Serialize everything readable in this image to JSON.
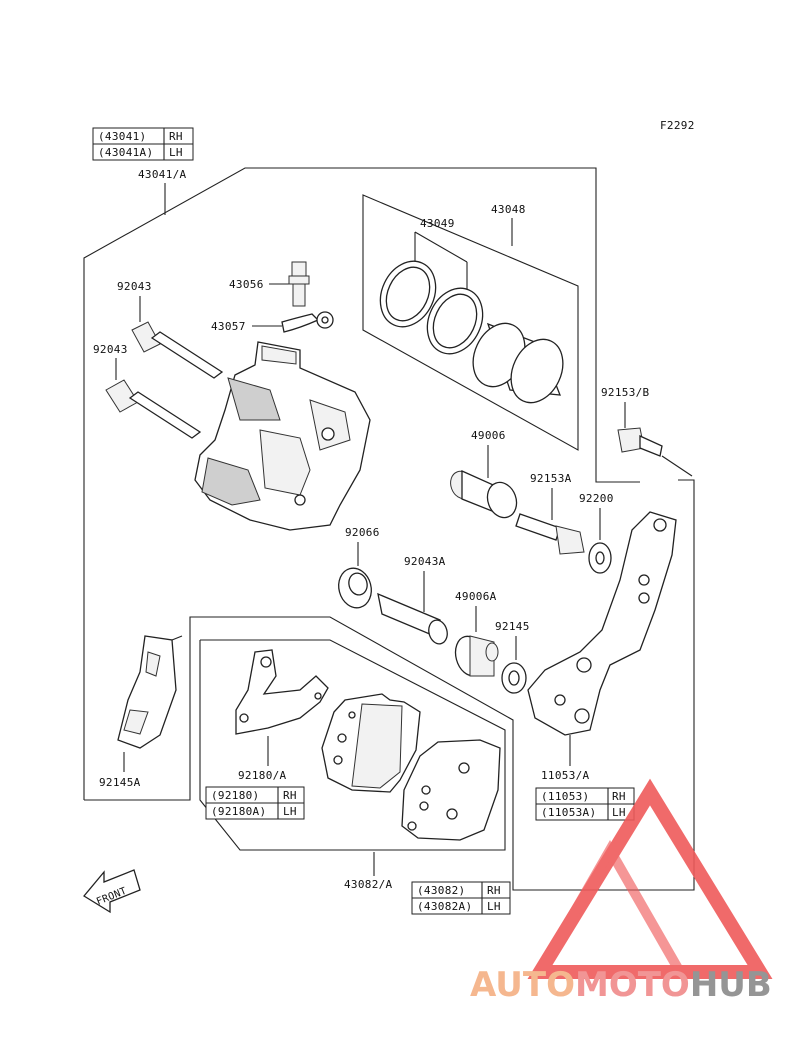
{
  "figure_code": "F2292",
  "tables": {
    "caliper": [
      [
        "(43041)",
        "RH"
      ],
      [
        "(43041A)",
        "LH"
      ]
    ],
    "pads_set": [
      [
        "(92180)",
        "RH"
      ],
      [
        "(92180A)",
        "LH"
      ]
    ],
    "bracket": [
      [
        "(11053)",
        "RH"
      ],
      [
        "(11053A)",
        "LH"
      ]
    ],
    "pads": [
      [
        "(43082)",
        "RH"
      ],
      [
        "(43082A)",
        "LH"
      ]
    ]
  },
  "labels": {
    "caliper_assy": "43041/A",
    "seal_kit": "43048",
    "seal": "43049",
    "bleeder": "43056",
    "cap": "43057",
    "pin_upper": "92043",
    "pin_lower": "92043",
    "boot": "49006",
    "bolt_b": "92153/B",
    "bolt_a": "92153A",
    "washer": "92200",
    "seal_ring": "92066",
    "pin_a": "92043A",
    "boot_a": "49006A",
    "washer_b": "92145",
    "spring": "92145A",
    "shim": "92180/A",
    "pad_assy": "43082/A",
    "bracket_assy": "11053/A"
  },
  "front_arrow": "FRONT",
  "watermark": {
    "part1": "AUTO",
    "part2": "MOTO",
    "part3": "HUB",
    "color1": "#f5b083",
    "color2": "#f08a8a",
    "color3": "#8a8a8a",
    "triangle_color": "#ef5a5a"
  }
}
